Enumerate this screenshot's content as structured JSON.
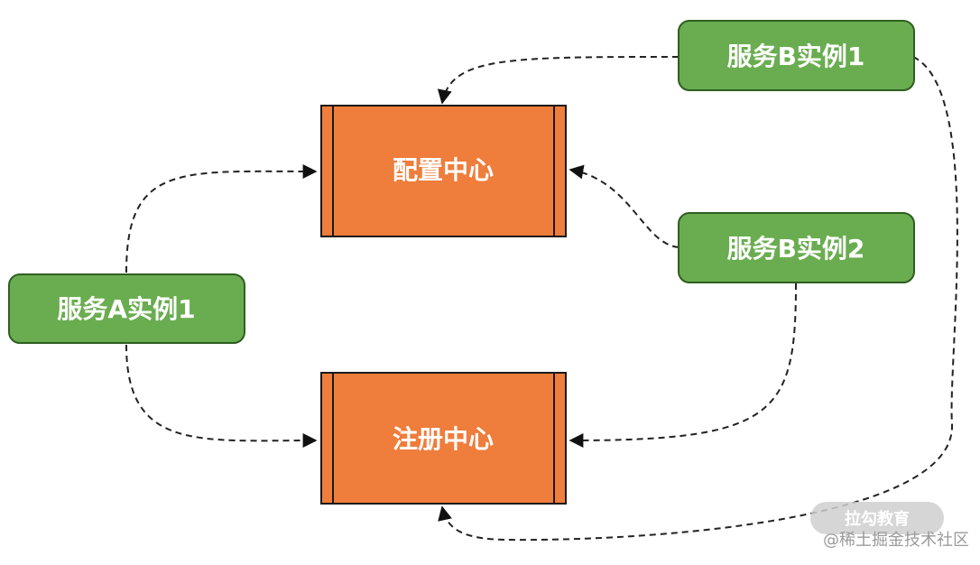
{
  "colors": {
    "service_fill": "#6aad50",
    "service_stroke": "#2f5e21",
    "center_fill": "#ef7d3b",
    "center_stroke": "#1a1a1a",
    "edge": "#222222",
    "watermark_badge": "#cfcfcf",
    "watermark_text": "#9a9a9a"
  },
  "nodes": {
    "config_center": "配置中心",
    "registry_center": "注册中心",
    "service_a1": "服务A实例1",
    "service_b1": "服务B实例1",
    "service_b2": "服务B实例2"
  },
  "edges": [
    {
      "id": "a1-to-config",
      "from": "service_a1",
      "to": "config_center",
      "style": "dashed"
    },
    {
      "id": "a1-to-registry",
      "from": "service_a1",
      "to": "registry_center",
      "style": "dashed"
    },
    {
      "id": "b1-to-config",
      "from": "service_b1",
      "to": "config_center",
      "style": "dashed"
    },
    {
      "id": "b1-to-registry",
      "from": "service_b1",
      "to": "registry_center",
      "style": "dashed"
    },
    {
      "id": "b2-to-config",
      "from": "service_b2",
      "to": "config_center",
      "style": "dashed"
    },
    {
      "id": "b2-to-registry",
      "from": "service_b2",
      "to": "registry_center",
      "style": "dashed"
    }
  ],
  "watermark": {
    "badge": "拉勾教育",
    "caption": "@稀土掘金技术社区"
  }
}
